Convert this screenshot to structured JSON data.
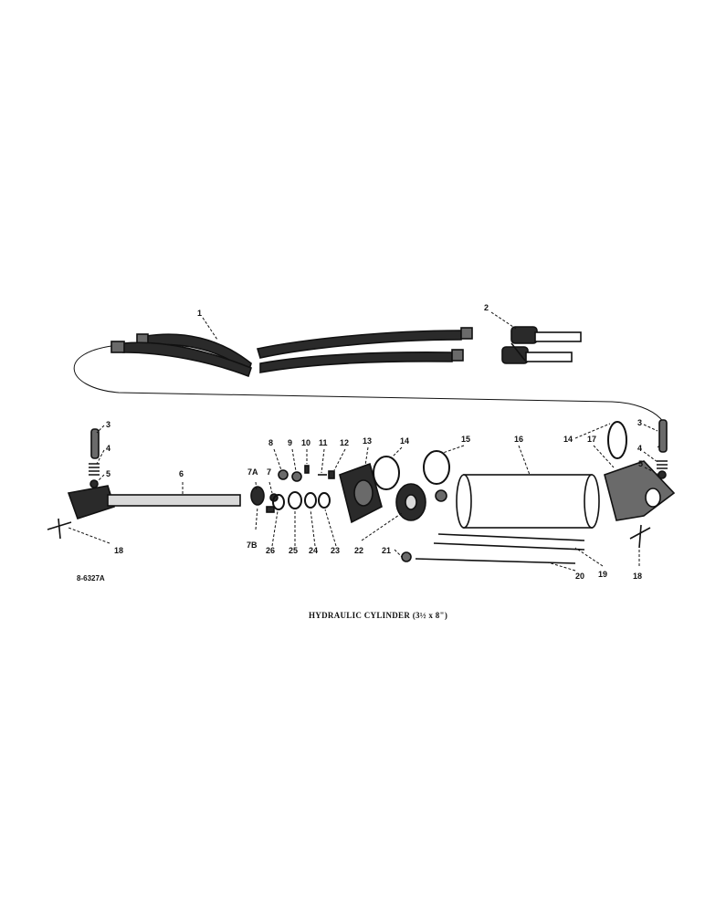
{
  "figure": {
    "code": "8-6327A",
    "caption": "HYDRAULIC CYLINDER (3½ x 8\")"
  },
  "callouts": {
    "c1": "1",
    "c2": "2",
    "c3_left": "3",
    "c3_right": "3",
    "c4_left": "4",
    "c4_right": "4",
    "c5_left": "5",
    "c5_right": "5",
    "c6": "6",
    "c7": "7",
    "c7a": "7A",
    "c7b": "7B",
    "c8": "8",
    "c9": "9",
    "c10": "10",
    "c11": "11",
    "c12": "12",
    "c13": "13",
    "c14_left": "14",
    "c14_right": "14",
    "c15": "15",
    "c16": "16",
    "c17": "17",
    "c18_left": "18",
    "c18_right": "18",
    "c19": "19",
    "c20": "20",
    "c21": "21",
    "c22": "22",
    "c23": "23",
    "c24": "24",
    "c25": "25",
    "c26": "26"
  },
  "colors": {
    "ink": "#111111",
    "paper": "#ffffff"
  }
}
